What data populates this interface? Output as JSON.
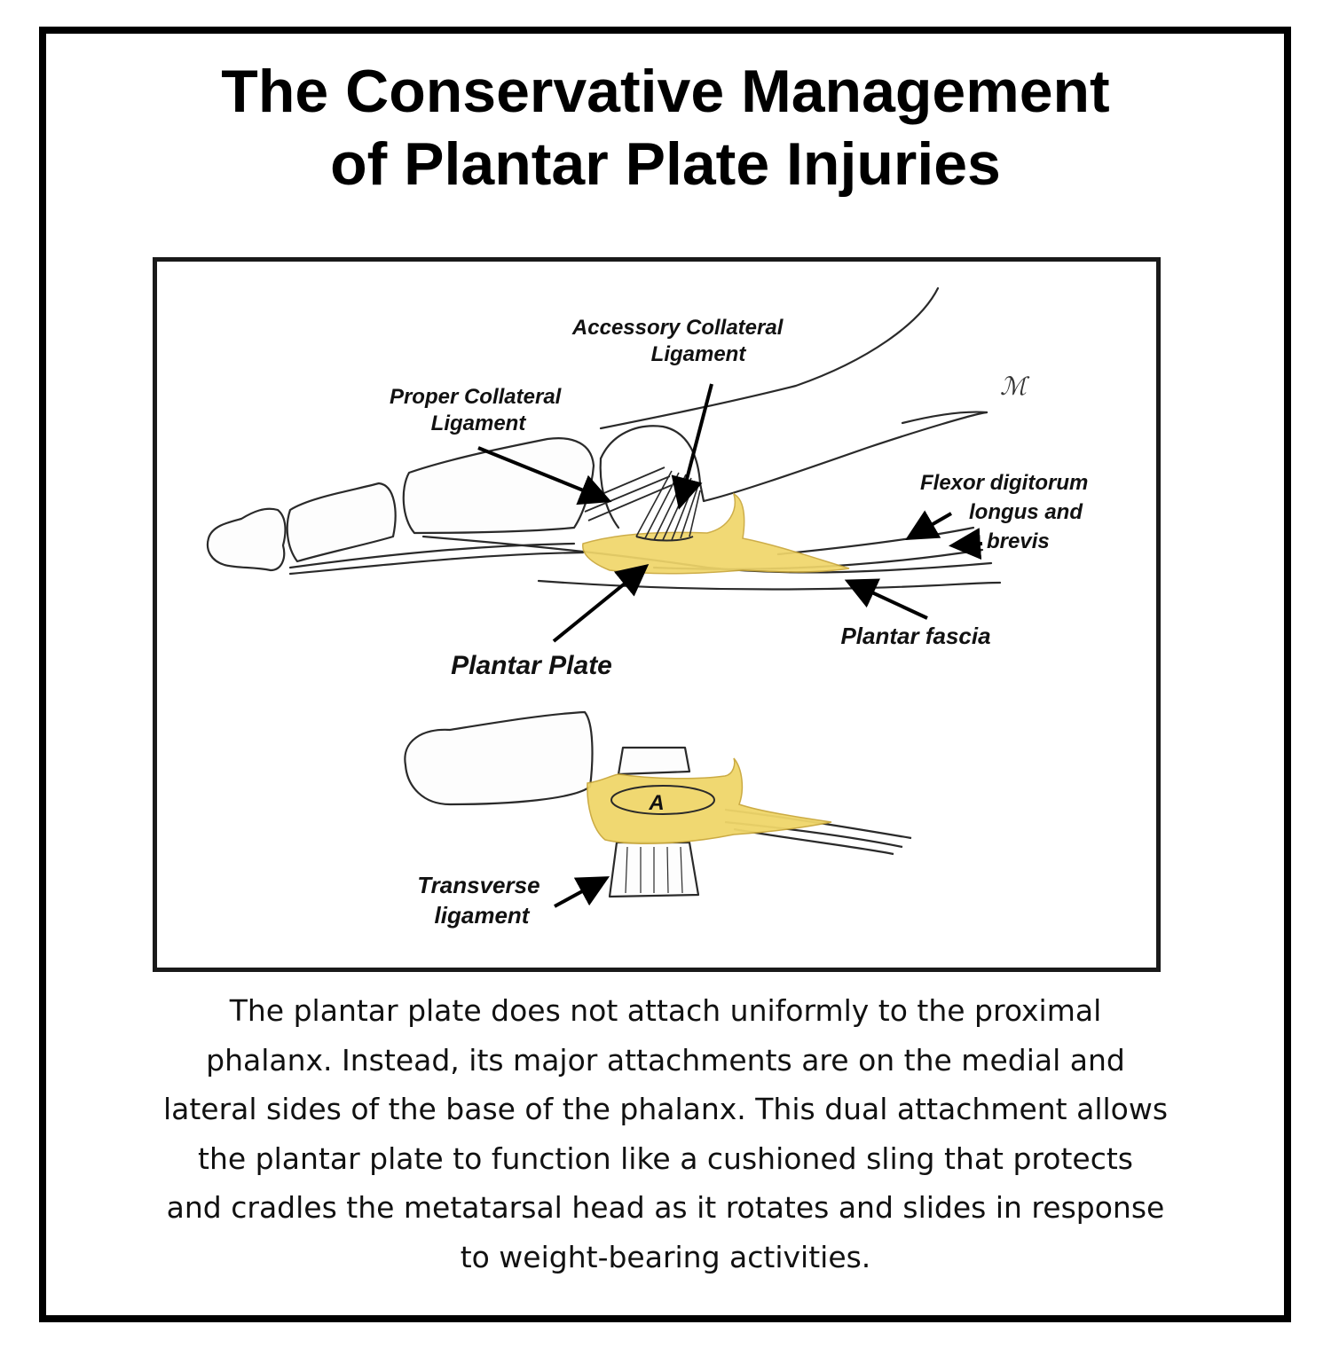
{
  "title": {
    "line1": "The Conservative Management",
    "line2": "of Plantar Plate Injuries"
  },
  "diagram": {
    "labels": {
      "accessory_collateral_1": "Accessory Collateral",
      "accessory_collateral_2": "Ligament",
      "proper_collateral_1": "Proper Collateral",
      "proper_collateral_2": "Ligament",
      "flexor_1": "Flexor digitorum",
      "flexor_2": "longus and",
      "flexor_3": "brevis",
      "plantar_plate": "Plantar Plate",
      "plantar_fascia": "Plantar fascia",
      "transverse_1": "Transverse",
      "transverse_2": "ligament",
      "marker_a": "A"
    },
    "colors": {
      "plate_yellow": "#f0d66a",
      "line": "#2a2a2a"
    }
  },
  "caption": {
    "line1": "The plantar plate does not attach uniformly to the proximal",
    "line2": "phalanx. Instead, its major attachments are on the medial and",
    "line3": "lateral sides of the base of the phalanx. This dual attachment allows",
    "line4": "the plantar plate to function like a cushioned sling that protects",
    "line5": "and cradles the metatarsal head as it rotates and slides in response",
    "line6": "to weight-bearing activities."
  }
}
